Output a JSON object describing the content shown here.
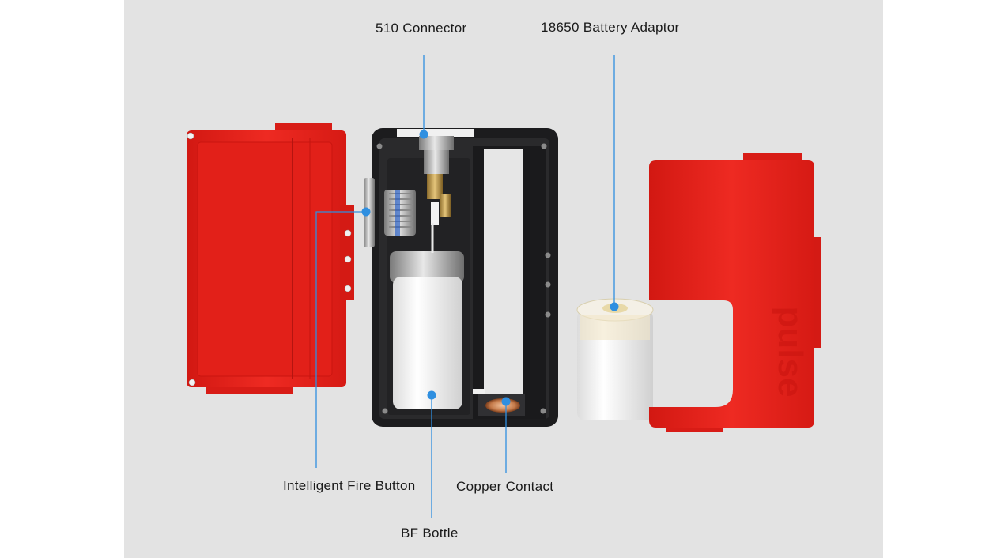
{
  "diagram": {
    "labels": {
      "connector_510": "510 Connector",
      "battery_adaptor": "18650 Battery Adaptor",
      "fire_button": "Intelligent Fire Button",
      "copper_contact": "Copper Contact",
      "bf_bottle": "BF Bottle"
    },
    "logo_text": "pulse"
  },
  "colors": {
    "panel_bg": "#e3e3e3",
    "door_red": "#e8221c",
    "frame_black": "#1c1c1e",
    "callout_blue": "#2f8fe0"
  }
}
